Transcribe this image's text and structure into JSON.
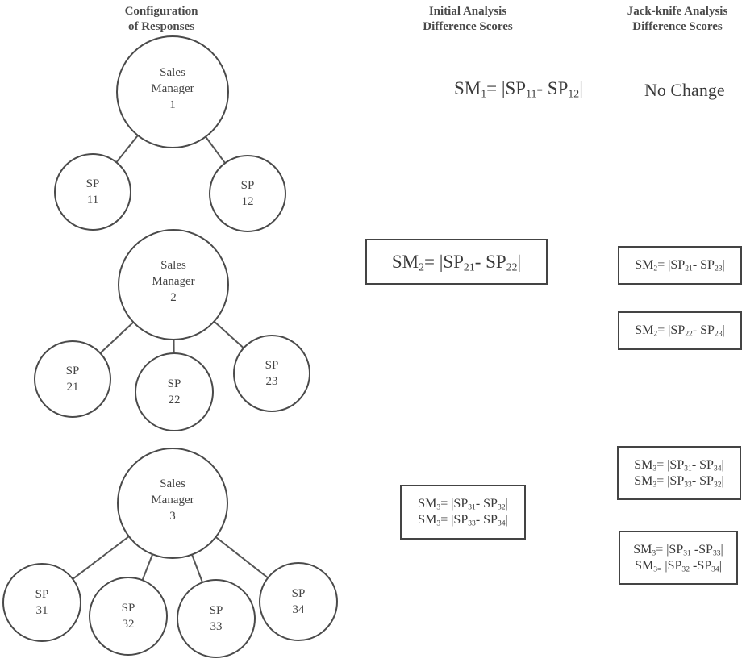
{
  "headers": {
    "configuration": [
      "Configuration",
      "of Responses"
    ],
    "initial": [
      "Initial Analysis",
      "Difference Scores"
    ],
    "jackknife": [
      "Jack-knife Analysis",
      "Difference Scores"
    ]
  },
  "groups": [
    {
      "manager": {
        "label": [
          "Sales",
          "Manager",
          "1"
        ]
      },
      "salespeople": [
        {
          "label": [
            "SP",
            "11"
          ]
        },
        {
          "label": [
            "SP",
            "12"
          ]
        }
      ]
    },
    {
      "manager": {
        "label": [
          "Sales",
          "Manager",
          "2"
        ]
      },
      "salespeople": [
        {
          "label": [
            "SP",
            "21"
          ]
        },
        {
          "label": [
            "SP",
            "22"
          ]
        },
        {
          "label": [
            "SP",
            "23"
          ]
        }
      ]
    },
    {
      "manager": {
        "label": [
          "Sales",
          "Manager",
          "3"
        ]
      },
      "salespeople": [
        {
          "label": [
            "SP",
            "31"
          ]
        },
        {
          "label": [
            "SP",
            "32"
          ]
        },
        {
          "label": [
            "SP",
            "33"
          ]
        },
        {
          "label": [
            "SP",
            "34"
          ]
        }
      ]
    }
  ],
  "initial_scores": [
    {
      "lines": [
        {
          "sm": "1",
          "a": "11",
          "b": "12",
          "eq": "= "
        }
      ],
      "boxed": false
    },
    {
      "lines": [
        {
          "sm": "2",
          "a": "21",
          "b": "22",
          "eq": "= "
        }
      ],
      "boxed": true
    },
    {
      "lines": [
        {
          "sm": "3",
          "a": "31",
          "b": "32",
          "eq": "= "
        },
        {
          "sm": "3",
          "a": "33",
          "b": "34",
          "eq": "= "
        }
      ],
      "boxed": true
    }
  ],
  "jackknife_scores": [
    {
      "text": "No Change",
      "boxed": false
    },
    {
      "lines": [
        {
          "sm": "2",
          "a": "21",
          "b": "23",
          "eq": "= "
        }
      ],
      "boxed": true
    },
    {
      "lines": [
        {
          "sm": "2",
          "a": "22",
          "b": "23",
          "eq": "= "
        }
      ],
      "boxed": true
    },
    {
      "lines": [
        {
          "sm": "3",
          "a": "31",
          "b": "34",
          "eq": "= "
        },
        {
          "sm": "3",
          "a": "33",
          "b": "32",
          "eq": "= "
        }
      ],
      "boxed": true
    },
    {
      "lines": [
        {
          "sm": "3",
          "a": "31",
          "b": "33",
          "eq": "=",
          "style": "alt"
        },
        {
          "sm": "3=",
          "a": "32",
          "b": "34",
          "eq": "",
          "style": "alt"
        }
      ],
      "boxed": true
    }
  ],
  "symbols": {
    "sm": "SM",
    "sp": "SP",
    "bar": "|",
    "minus": "- "
  }
}
